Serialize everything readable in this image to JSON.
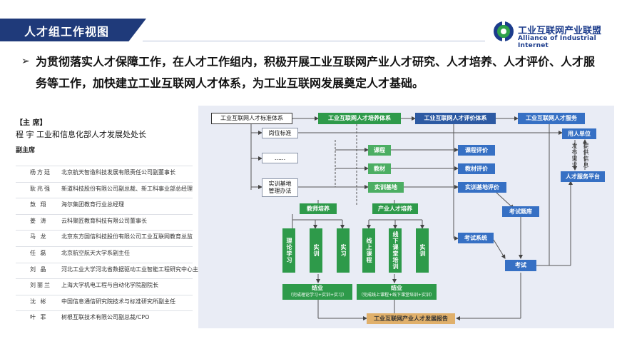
{
  "slide": {
    "title": "人才组工作视图",
    "logo": {
      "cn": "工业互联网产业联盟",
      "en": "Alliance of Industrial Internet",
      "icon": "aii-logo-icon"
    },
    "intro_bullet": "➢",
    "intro": "为贯彻落实人才保障工作，在人才工作组内，积极开展工业互联网产业人才研究、人才培养、人才评价、人才服务等工作，加快建立工业互联网人才体系，为工业互联网发展奠定人才基础。"
  },
  "leaders": {
    "chair_label": "【主  席】",
    "chair": "程  宇  工业和信息化部人才发展处处长",
    "vice_label": "副主席",
    "vice": [
      {
        "name": "杨方廷",
        "title": "北京航天智造科技发展有限责任公司副董事长"
      },
      {
        "name": "耿兆强",
        "title": "新道科技股份有限公司副总裁、新工科事业部总经理"
      },
      {
        "name": "敖  翔",
        "title": "海尔集团教育行业总经理"
      },
      {
        "name": "姜  涛",
        "title": "云科聚匠教育科技有限公司董事长"
      },
      {
        "name": "马  龙",
        "title": "北京东方国信科技股份有限公司工业互联网教育总监"
      },
      {
        "name": "任  磊",
        "title": "北京航空航天大学系副主任"
      },
      {
        "name": "刘  晶",
        "title": "河北工业大学河北省数据驱动工业智能工程研究中心主任"
      },
      {
        "name": "刘丽兰",
        "title": "上海大学机电工程与自动化学院副院长"
      },
      {
        "name": "沈  彬",
        "title": "中国信息通信研究院技术与标准研究所副主任"
      },
      {
        "name": "叶  菲",
        "title": "树根互联技术有限公司副总裁/CPO"
      }
    ]
  },
  "diagram": {
    "standard_system": "工业互联网人才标准体系",
    "training_system": "工业互联网人才培养体系",
    "evaluation_system": "工业互联网人才评价体系",
    "service_system": "工业互联网人才服务",
    "post_standard": "岗位标准",
    "ellipsis": "......",
    "base_rules": "实训基地\n管理办法",
    "course": "课程",
    "material": "教材",
    "training_base": "实训基地",
    "course_eval": "课程评价",
    "material_eval": "教材评价",
    "base_eval": "实训基地评价",
    "employer": "用人单位",
    "publish_demand": "发布需求",
    "feedback_info": "提供信息",
    "service_platform": "人才服务平台",
    "teacher_training": "教师培养",
    "industry_training": "产业人才培养",
    "theory": "理论学习",
    "practical_a": "实训",
    "internship": "实习",
    "online_course": "线上课程",
    "offline_class": "线下课堂培训",
    "practical_b": "实训",
    "exam_bank": "考试题库",
    "exam_system": "考试系统",
    "exam": "考试",
    "completion_a": "结业",
    "completion_a_note": "（完成理论学习+实训+实习）",
    "completion_b": "结业",
    "completion_b_note": "（完成线上课程+线下课堂培训+实训）",
    "report": "工业互联网产业人才发展报告"
  }
}
